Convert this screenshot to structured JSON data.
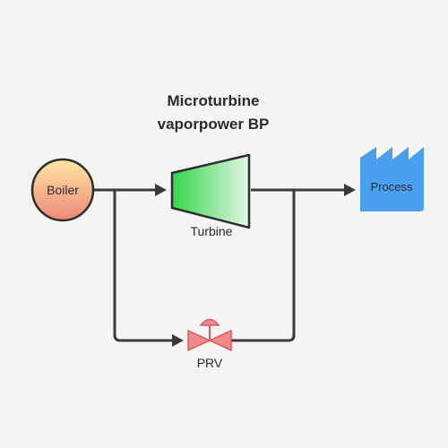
{
  "title": {
    "line1": "Microturbine",
    "line2": "vaporpower BP"
  },
  "nodes": {
    "boiler": {
      "label": "Boiler",
      "gradient_top": "#fde7a6",
      "gradient_bottom": "#ef8877"
    },
    "turbine": {
      "label": "Turbine",
      "gradient_left": "#35d64a",
      "gradient_right": "#e2f7e4"
    },
    "process": {
      "label": "Process",
      "color": "#4aa0ee"
    },
    "prv": {
      "label": "PRV",
      "color": "#f3898a"
    }
  },
  "colors": {
    "line": "#3a3a3a",
    "background": "#f4f4f4"
  }
}
